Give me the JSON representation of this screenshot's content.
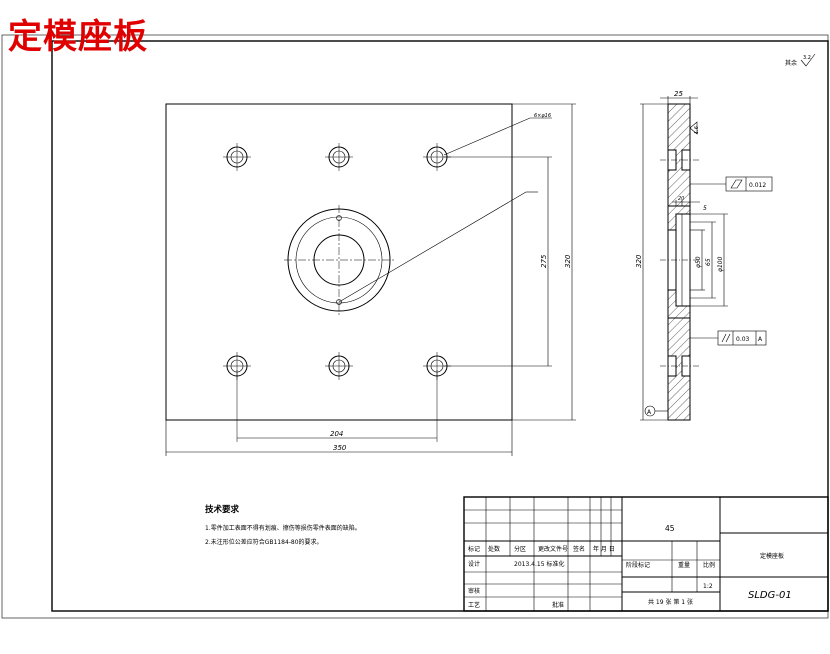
{
  "title": "定模座板",
  "roughness": "其余",
  "roughness_value": "3.2",
  "dims": {
    "hole_callout": "6×φ16",
    "width_total": "350",
    "hole_span_x": "204",
    "height_total": "320",
    "hole_span_y": "275",
    "thickness": "25",
    "section_height": "320",
    "d_small": "φ50",
    "d_mid": "65",
    "d_large": "φ100",
    "step": "5",
    "step2": "20",
    "surface_roughness": "1.6"
  },
  "gdt": {
    "flatness_value": "0.012",
    "parallel_value": "0.03",
    "parallel_datum": "A",
    "datum_label": "A"
  },
  "notes": {
    "heading": "技术要求",
    "line1": "1.零件加工表面不得有划痕、擦伤等损伤零件表面的缺陷。",
    "line2": "2.未注形位公差应符合GB1184-80的要求。"
  },
  "title_block": {
    "material": "45",
    "drawing_name": "定模座板",
    "drawing_number": "SLDG-01",
    "h_mark": "标记",
    "h_count": "处数",
    "h_zone": "分区",
    "h_change": "更改文件号",
    "h_sign": "签名",
    "h_date": "年 月 日",
    "designer": "设计",
    "date_sign": "2013.4.15 标准化",
    "stage_mark": "阶段标记",
    "weight": "重量",
    "scale": "比例",
    "scale_value": "1:2",
    "review": "审核",
    "process": "工艺",
    "approve": "批准",
    "sheets": "共 19 张  第 1 张"
  }
}
